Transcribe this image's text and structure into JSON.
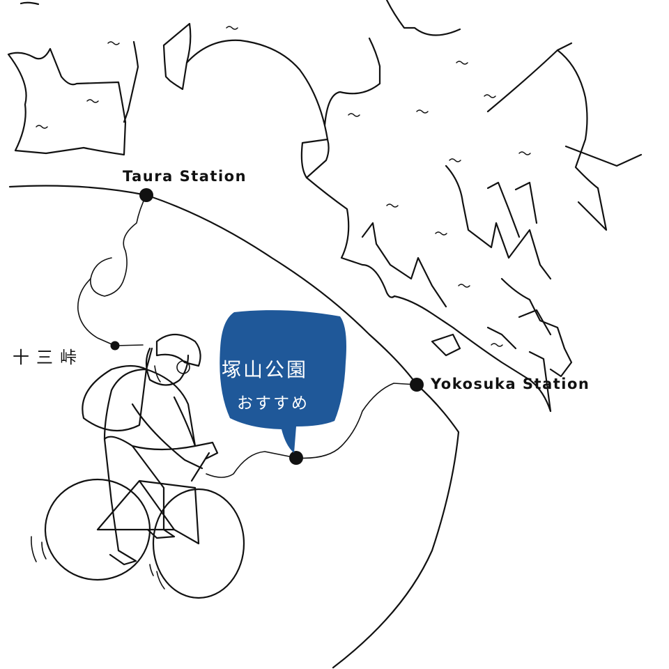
{
  "stations": {
    "taura": "Taura Station",
    "yokosuka": "Yokosuka Station"
  },
  "places": {
    "juso_toge": "十三峠"
  },
  "callout": {
    "title": "塚山公園",
    "subtitle": "おすすめ",
    "color": "#1f5899"
  },
  "colors": {
    "ink": "#111111",
    "background": "#ffffff"
  }
}
